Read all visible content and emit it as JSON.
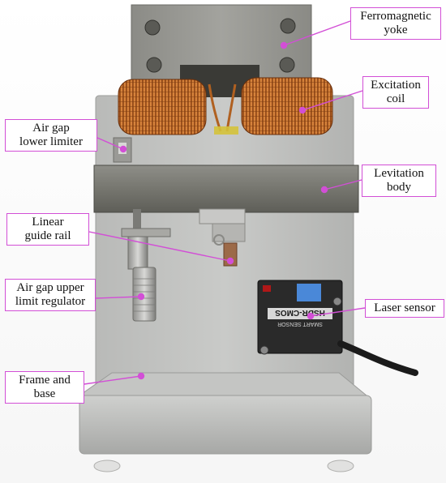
{
  "annotations": {
    "yoke": {
      "line1": "Ferromagnetic",
      "line2": "yoke"
    },
    "coil": {
      "line1": "Excitation",
      "line2": "coil"
    },
    "lower_limiter": {
      "line1": "Air gap",
      "line2": "lower limiter"
    },
    "levitation_body": {
      "line1": "Levitation",
      "line2": "body"
    },
    "guide_rail": {
      "line1": "Linear",
      "line2": "guide rail"
    },
    "laser_sensor": {
      "line1": "Laser sensor"
    },
    "upper_regulator": {
      "line1": "Air gap upper",
      "line2": "limit regulator"
    },
    "frame": {
      "line1": "Frame and",
      "line2": "base"
    }
  },
  "sensor_text": {
    "line1": "HSDR-CMOS",
    "line2": "SMART SENSOR"
  },
  "colors": {
    "callout": "#d24fd6",
    "copper": "#c8702a",
    "steel": "#a9aaa8",
    "dark_steel": "#6b6b66",
    "sensor_body": "#2a2a2a"
  }
}
